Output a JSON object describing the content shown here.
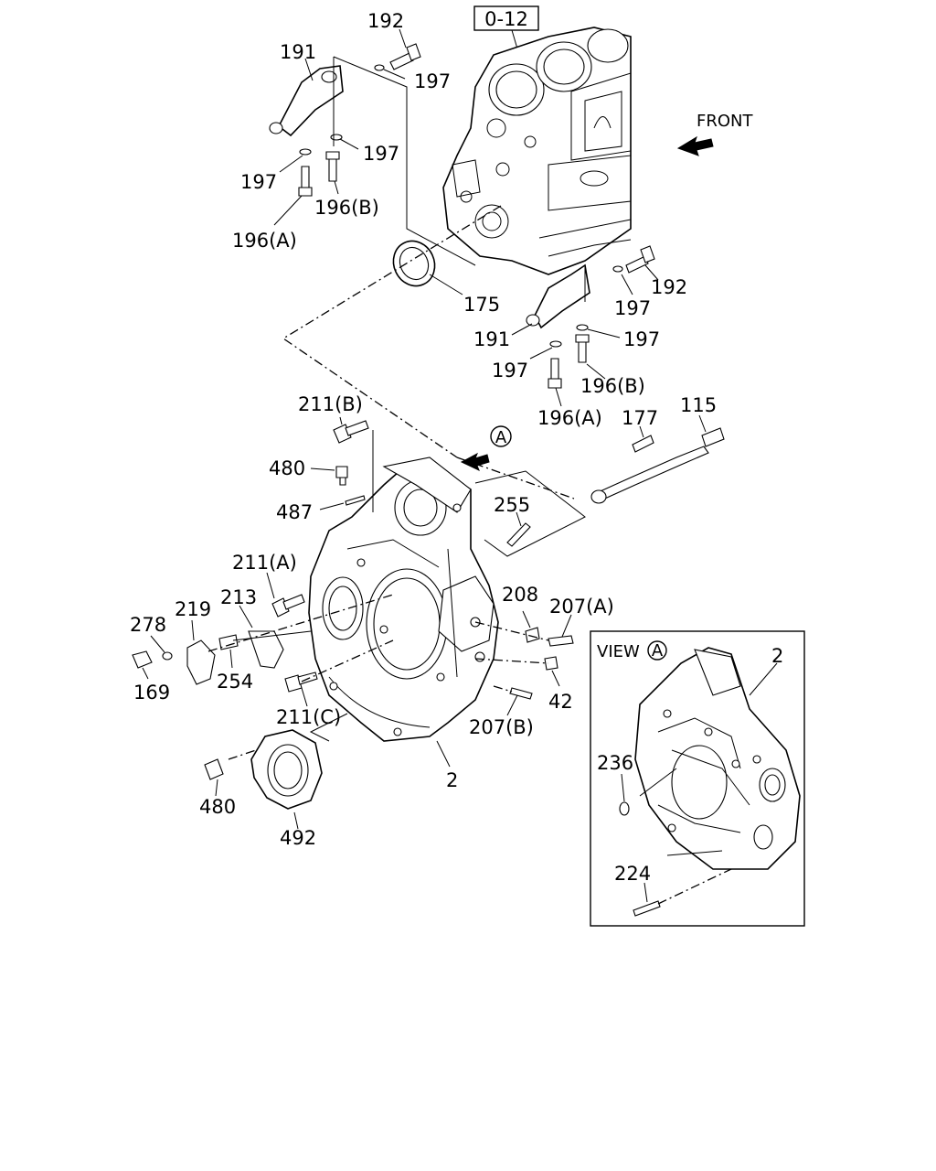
{
  "ref_box": "0-12",
  "front_label": "FRONT",
  "view_box": {
    "title": "VIEW",
    "marker": "A"
  },
  "marker_a": "A",
  "labels": {
    "p192_top": "192",
    "p191_top": "191",
    "p197_a": "197",
    "p197_b": "197",
    "p197_c": "197",
    "p196b_top": "196(B)",
    "p196a_top": "196(A)",
    "p175": "175",
    "p192_right": "192",
    "p197_d": "197",
    "p191_right": "191",
    "p197_e": "197",
    "p197_f": "197",
    "p196b_right": "196(B)",
    "p196a_right": "196(A)",
    "p211b": "211(B)",
    "p177": "177",
    "p115": "115",
    "p480_top": "480",
    "p487": "487",
    "p255": "255",
    "p211a": "211(A)",
    "p219": "219",
    "p213": "213",
    "p278": "278",
    "p208": "208",
    "p207a": "207(A)",
    "p254": "254",
    "p169": "169",
    "p211c": "211(C)",
    "p42": "42",
    "p207b": "207(B)",
    "p2_main": "2",
    "p480_bottom": "480",
    "p492": "492",
    "p2_view": "2",
    "p236": "236",
    "p224": "224"
  }
}
